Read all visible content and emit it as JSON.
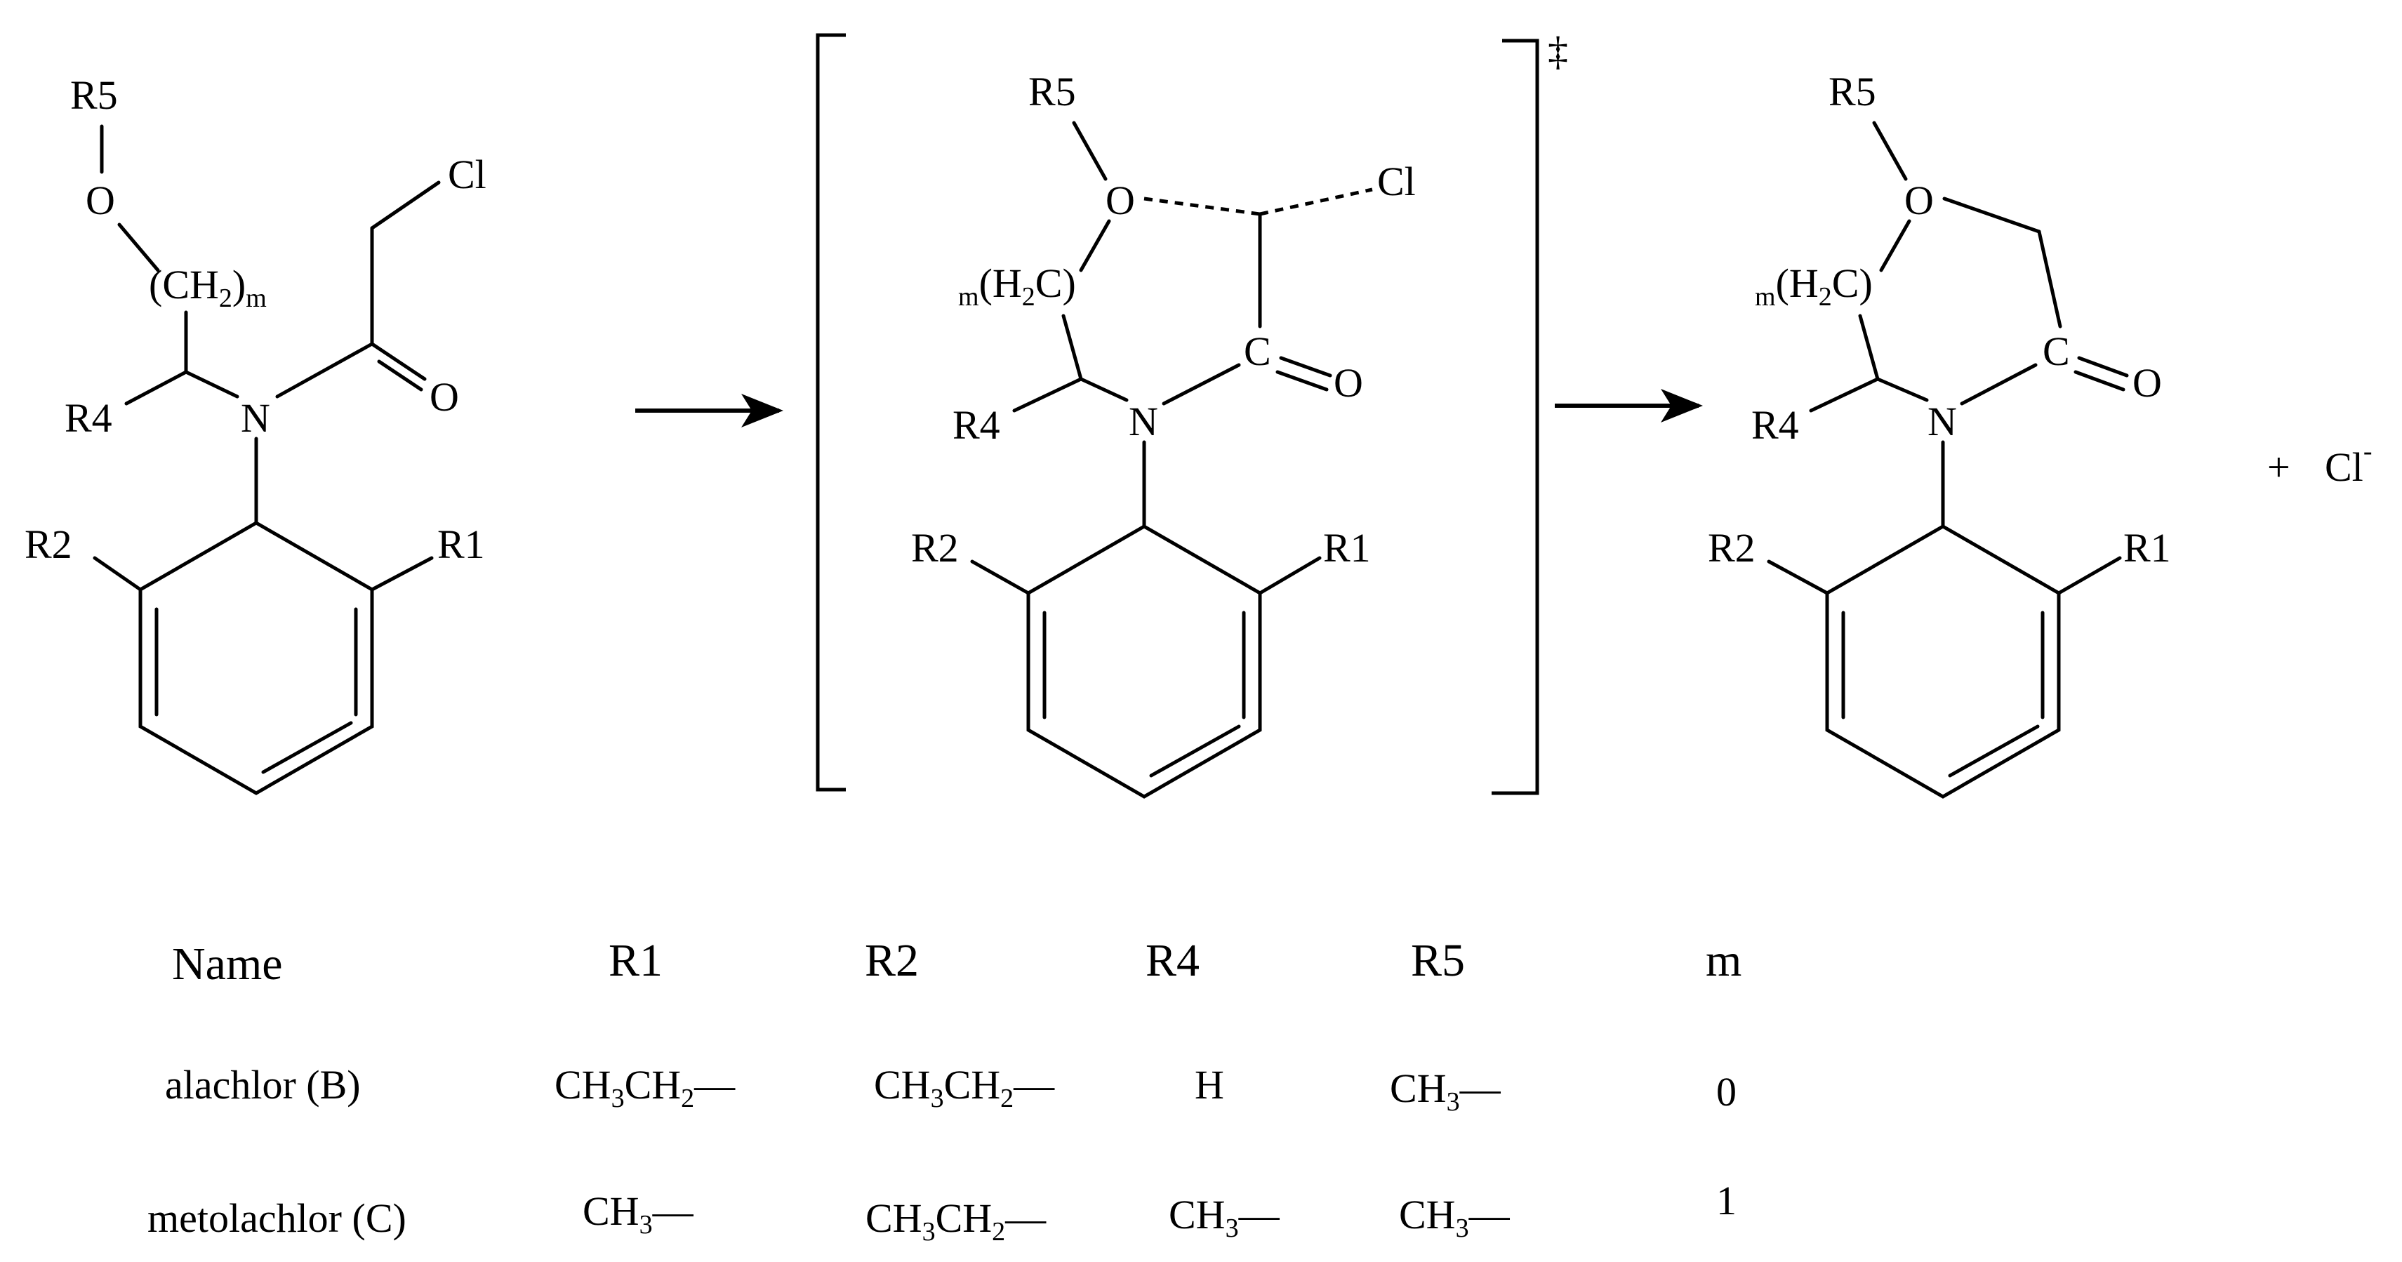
{
  "labels": {
    "r1": "R1",
    "r2": "R2",
    "r4": "R4",
    "r5": "R5",
    "oxygen": "O",
    "nitrogen": "N",
    "chlorine": "Cl",
    "carbon": "C",
    "ch2m_open": "(CH",
    "ch2m_sub": "2",
    "ch2m_close": ")",
    "ch2m_m": "m",
    "h2c_m": "m",
    "h2c_open": "(H",
    "h2c_sub": "2",
    "h2c_close": "C)",
    "ts_mark": "‡",
    "plus": "+",
    "chloride": "Cl",
    "chloride_charge": "-"
  },
  "table": {
    "headers": [
      "Name",
      "R1",
      "R2",
      "R4",
      "R5",
      "m"
    ],
    "rows": [
      {
        "name": "alachlor (B)",
        "r1": "CH3CH2—",
        "r2": "CH3CH2—",
        "r4": "H",
        "r5": "CH3—",
        "m": "0"
      },
      {
        "name": "metolachlor (C)",
        "r1": "CH3—",
        "r2": "CH3CH2—",
        "r4": "CH3—",
        "r5": "CH3—",
        "m": "1"
      }
    ]
  }
}
